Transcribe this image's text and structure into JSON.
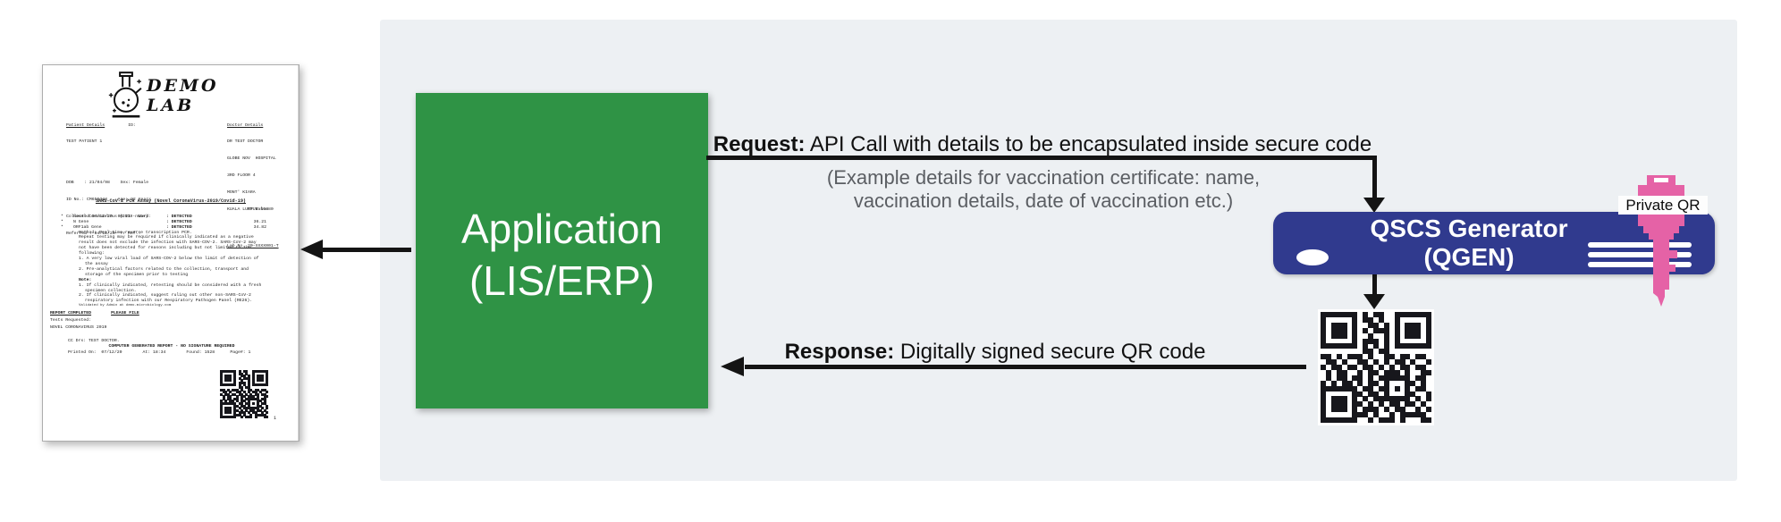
{
  "colors": {
    "panel_bg": "#edf0f3",
    "application_green": "#2f9345",
    "generator_blue": "#303a8e",
    "key_pink": "#e562a6",
    "arrow_black": "#141414",
    "example_gray": "#5b5e63"
  },
  "application_box": {
    "line1": "Application",
    "line2": "(LIS/ERP)"
  },
  "request": {
    "label_bold": "Request:",
    "label_rest": " API Call with details to be encapsulated inside secure code",
    "example_line1": "(Example details for vaccination certificate: name,",
    "example_line2": "vaccination details, date of vaccination etc.)"
  },
  "response": {
    "label_bold": "Response:",
    "label_rest": " Digitally signed secure QR code"
  },
  "generator_box": {
    "title": "QSCS Generator",
    "subtitle": "(QGEN)"
  },
  "private_key": {
    "label": "Private QR"
  },
  "qr": {
    "matrix": [
      "111111101011001111111",
      "100000101101001000001",
      "101110100110101011101",
      "101110101011101011101",
      "101110100100101011101",
      "100000101110101000001",
      "111111101010101111111",
      "000000001101100000000",
      "110101110100110110110",
      "011010011010101101001",
      "101101101101010110110",
      "010110010110111010011",
      "010110110101111110110",
      "101011010110100011010",
      "111111101101101010110",
      "100000110110100011001",
      "101110101011111110101",
      "101110110101011011010",
      "101110101110101100101",
      "100000111010010111110",
      "111111100101110100011"
    ]
  },
  "document": {
    "logo_line1": "DEMO",
    "logo_line2": "LAB",
    "patient_header": "Patient Details",
    "id_label": "ID:",
    "patient_name": "TEST PATIENT 1",
    "left_rows": {
      "0": "DOB    : 21/04/98    Sex: Female",
      "1": "ID No.: CM655344    Age: 22 Years",
      "2": "Collected 04/12/20  00:21   Ward:",
      "3": "Referred : 04/12/20  Yr Ref.:"
    },
    "doctor_header": "Doctor Details",
    "doctor_rows": {
      "0": "DR TEST DOCTOR",
      "1": "GLOBE NOV  HOSPITAL",
      "2": "3RD FLOOR 4",
      "3": "MONT' KIARA",
      "4": "KUALA LUMPUR 50480"
    },
    "lab_no": "Lab No. 20-XXXX001-T",
    "title": "SARS-CoV-2 PCR Assay (Novel CoronaVirus-2019/Covid-19)",
    "ct_header": "CT Value",
    "results": {
      "0": {
        "star": "*",
        "name": "Novel Coronavirus (2019-nCov)",
        "value": "DETECTED",
        "ct": ""
      },
      "1": {
        "star": "*",
        "name": "N Gene",
        "value": "DETECTED",
        "ct": "36.21"
      },
      "2": {
        "star": "*",
        "name": "ORF1ab Gene",
        "value": "DETECTED",
        "ct": "34.82"
      }
    },
    "method": "Method: Real time reverse transcription PCR.",
    "para1": "Repeat testing may be required if clinically indicated as a negative result does not exclude the infection with SARS-COV-2. SARS-CoV-2 may not have been detected for reasons including but not limited to the following:",
    "list1": {
      "0": "1. A very low viral load of SARS-COV-2 below the limit of detection of the assay",
      "1": "2. Pre-analytical factors related to the collection, transport and storage of the specimen prior to testing"
    },
    "note_label": "Note:",
    "note_list": {
      "0": "1. If clinically indicated, retesting should be considered with a fresh specimen collection.",
      "1": "2. If clinically indicated, suggest ruling out other non-SARS-CoV-2 respiratory infection with our Respiratory Pathogen Panel (RE26)."
    },
    "validated": "Validated by Admin at demo.microbiology.com",
    "report_completed": "REPORT COMPLETED",
    "please_file": "PLEASE FILE",
    "tests_requested_label": "Tests Requested:",
    "tests_requested_value": "NOVEL CORONAVIRUS 2019",
    "cc": "CC Drs: TEST DOCTOR.",
    "generated": "COMPUTER GENERATED REPORT - NO SIGNATURE REQUIRED",
    "printed": "Printed On:  07/12/20        At: 18:34        Found: 1528      Page#: 1",
    "page_num": "1"
  }
}
